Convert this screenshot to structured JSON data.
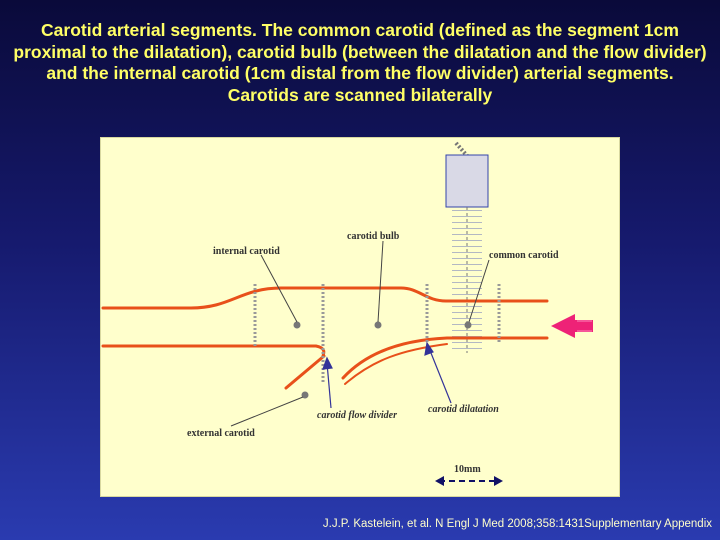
{
  "title": "Carotid arterial segments. The common carotid (defined as the segment 1cm proximal to the dilatation), carotid bulb (between the dilatation and the flow divider) and the internal carotid (1cm distal from the flow divider) arterial segments. Carotids are scanned bilaterally",
  "diagram": {
    "labels": {
      "internal_carotid": "internal carotid",
      "carotid_bulb": "carotid bulb",
      "common_carotid": "common carotid",
      "carotid_flow_divider": "carotid flow divider",
      "carotid_dilatation": "carotid dilatation",
      "external_carotid": "external carotid",
      "scale": "10mm"
    },
    "colors": {
      "vessel": "#e8501a",
      "arrow": "#ee2277",
      "dotted_line": "#999999",
      "probe": "#d9d9e6",
      "probe_border": "#3344aa",
      "label_arrow": "#333399"
    }
  },
  "citation": "J.J.P. Kastelein, et al. N Engl J Med 2008;358:1431Supplementary Appendix"
}
